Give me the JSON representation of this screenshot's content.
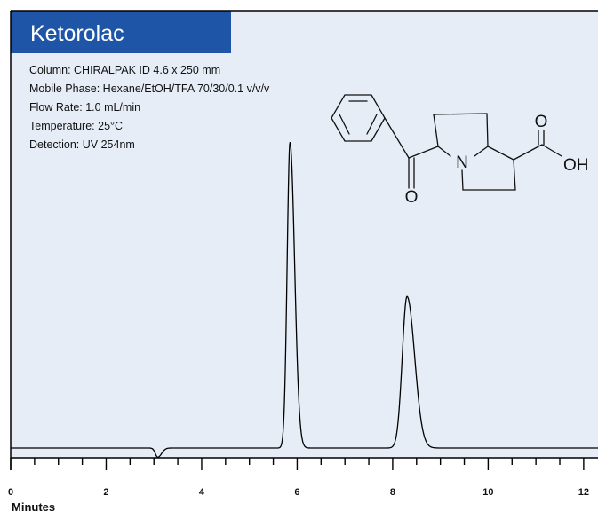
{
  "chart_data": {
    "type": "line",
    "title": "Ketorolac",
    "conditions": [
      "Column: CHIRALPAK ID 4.6 x 250 mm",
      "Mobile Phase: Hexane/EtOH/TFA 70/30/0.1 v/v/v",
      "Flow Rate: 1.0 mL/min",
      "Temperature: 25°C",
      "Detection: UV 254nm"
    ],
    "xlabel": "Minutes",
    "ylabel": "",
    "xlim": [
      0,
      12.3
    ],
    "ylim": [
      -0.05,
      1.0
    ],
    "x_ticks": [
      0,
      2,
      4,
      6,
      8,
      10,
      12
    ],
    "x_minor_step": 0.5,
    "grid": false,
    "series": [
      {
        "peaks": [
          {
            "x": 3.08,
            "height": -0.03,
            "width": 0.05
          },
          {
            "x": 5.85,
            "height": 1.0,
            "width": 0.06
          },
          {
            "x": 8.3,
            "height": 0.495,
            "width": 0.1
          }
        ]
      }
    ],
    "molecule": {
      "atom_labels": [
        "O",
        "OH",
        "N",
        "O"
      ]
    },
    "colors": {
      "plot_background": "#e7edf6",
      "title_band": "#1f55a6",
      "title_text": "#ffffff",
      "trace": "#000000",
      "axis": "#000000"
    }
  }
}
